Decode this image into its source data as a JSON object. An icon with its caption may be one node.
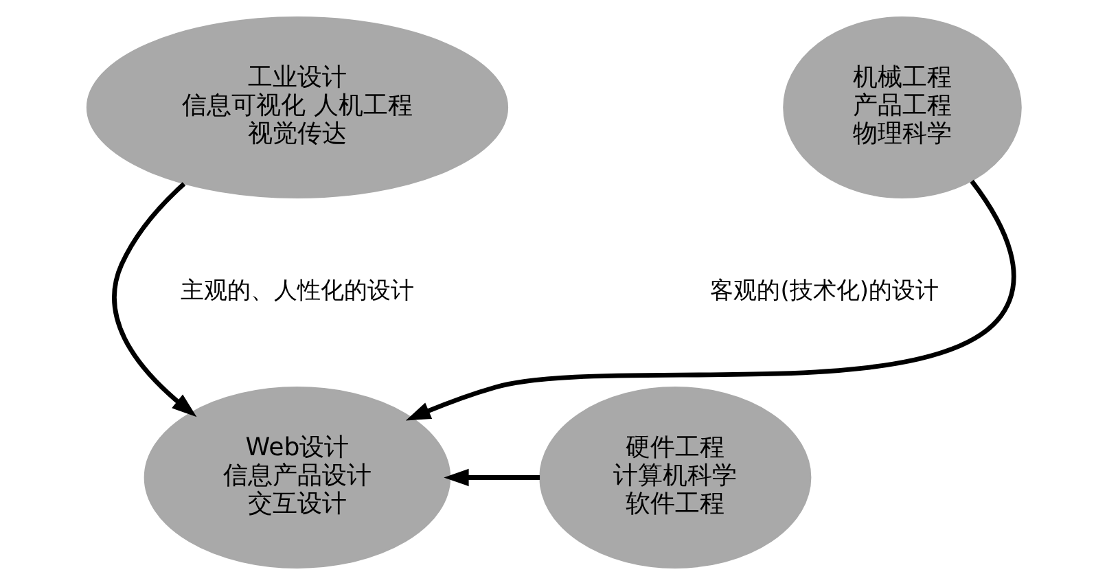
{
  "diagram": {
    "nodes": [
      {
        "text": [
          "工业设计",
          "信息可视化 人机工程",
          "视觉传达"
        ]
      },
      {
        "text": [
          "机械工程",
          "产品工程",
          "物理科学"
        ]
      },
      {
        "text": [
          "Web设计",
          "信息产品设计",
          "交互设计"
        ]
      },
      {
        "text": [
          "硬件工程",
          "计算机科学",
          "软件工程"
        ]
      }
    ],
    "edges": [
      {
        "from": 0,
        "to": 2,
        "arrow": "to"
      },
      {
        "from": 1,
        "to": 2,
        "arrow": "to"
      },
      {
        "from": 3,
        "to": 2,
        "arrow": "to"
      }
    ],
    "labels": [
      "主观的、人性化的设计",
      "客观的(技术化)的设计"
    ]
  }
}
